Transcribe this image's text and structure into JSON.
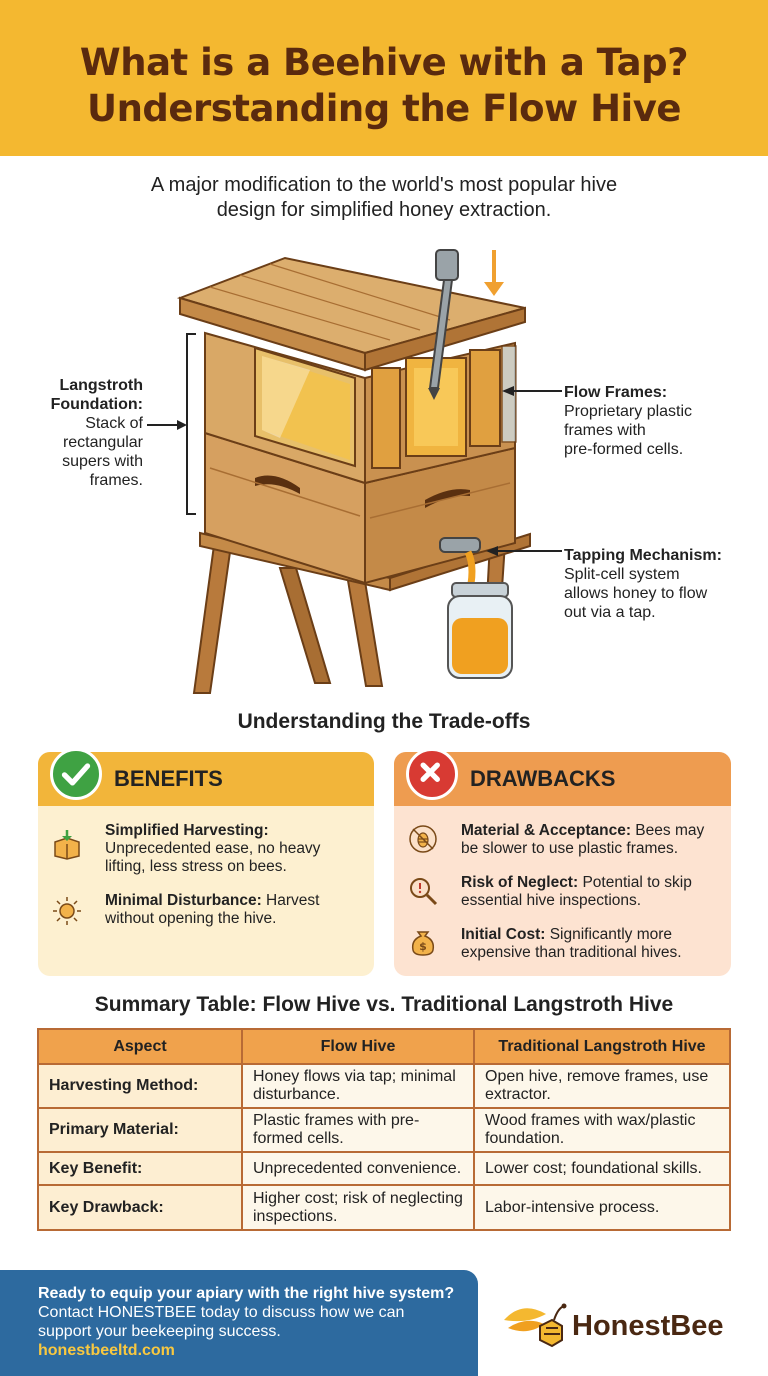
{
  "header": {
    "title_line1": "What is a Beehive with a Tap?",
    "title_line2": "Understanding the Flow Hive"
  },
  "subtitle": {
    "line1": "A major modification to the world's most popular hive",
    "line2": "design for simplified honey extraction."
  },
  "callouts": {
    "langstroth": {
      "title_line1": "Langstroth",
      "title_line2": "Foundation:",
      "body_lines": [
        "Stack of",
        "rectangular",
        "supers with",
        "frames."
      ]
    },
    "flow_frames": {
      "title": "Flow Frames:",
      "body_lines": [
        "Proprietary plastic",
        "frames with",
        "pre-formed cells."
      ]
    },
    "tapping": {
      "title": "Tapping Mechanism:",
      "body_lines": [
        "Split-cell system",
        "allows honey to flow",
        "out via a tap."
      ]
    }
  },
  "tradeoffs": {
    "title": "Understanding the Trade-offs",
    "benefits": {
      "title": "BENEFITS",
      "items": [
        {
          "icon": "box-icon",
          "bold": "Simplified Harvesting:",
          "text_lines": [
            "Unprecedented ease, no heavy",
            "lifting, less stress on bees."
          ]
        },
        {
          "icon": "sun-icon",
          "bold": "Minimal Disturbance:",
          "rest_first": " Harvest",
          "text_lines": [
            "without opening the hive."
          ]
        }
      ]
    },
    "drawbacks": {
      "title": "DRAWBACKS",
      "items": [
        {
          "icon": "bee-icon",
          "bold": "Material & Acceptance:",
          "rest_first": " Bees may",
          "text_lines": [
            "be slower to use plastic frames."
          ]
        },
        {
          "icon": "magnifier-icon",
          "bold": "Risk of Neglect:",
          "rest_first": " Potential to skip",
          "text_lines": [
            "essential hive inspections."
          ]
        },
        {
          "icon": "money-bag-icon",
          "bold": "Initial Cost:",
          "rest_first": " Significantly more",
          "text_lines": [
            "expensive than traditional hives."
          ]
        }
      ]
    }
  },
  "summary": {
    "title": "Summary Table: Flow Hive vs. Traditional Langstroth Hive",
    "headers": [
      "Aspect",
      "Flow Hive",
      "Traditional Langstroth Hive"
    ],
    "rows": [
      {
        "aspect": "Harvesting Method:",
        "flow": [
          "Honey flows via tap; minimal",
          "disturbance."
        ],
        "trad": [
          "Open hive, remove frames, use",
          "extractor."
        ]
      },
      {
        "aspect": "Primary Material:",
        "flow": [
          "Plastic frames with pre-",
          "formed cells."
        ],
        "trad": [
          "Wood frames with wax/plastic",
          "foundation."
        ]
      },
      {
        "aspect": "Key Benefit:",
        "flow": [
          "Unprecedented convenience."
        ],
        "trad": [
          "Lower cost; foundational skills."
        ]
      },
      {
        "aspect": "Key Drawback:",
        "flow": [
          "Higher cost; risk of neglecting",
          "inspections."
        ],
        "trad": [
          "Labor-intensive process."
        ]
      }
    ]
  },
  "footer": {
    "line1": "Ready to equip your apiary with the right hive system?",
    "line2": "Contact HONESTBEE today to discuss how we can",
    "line3": "support your beekeeping success.",
    "link": "honestbeeltd.com"
  },
  "logo": {
    "brand": "HonestBee"
  },
  "colors": {
    "header": "#f4b830",
    "title": "#5a2a0e",
    "benefit_head": "#f2b53a",
    "drawback_head": "#ee9c50",
    "footer": "#2d6a9f",
    "link": "#f8c840"
  }
}
